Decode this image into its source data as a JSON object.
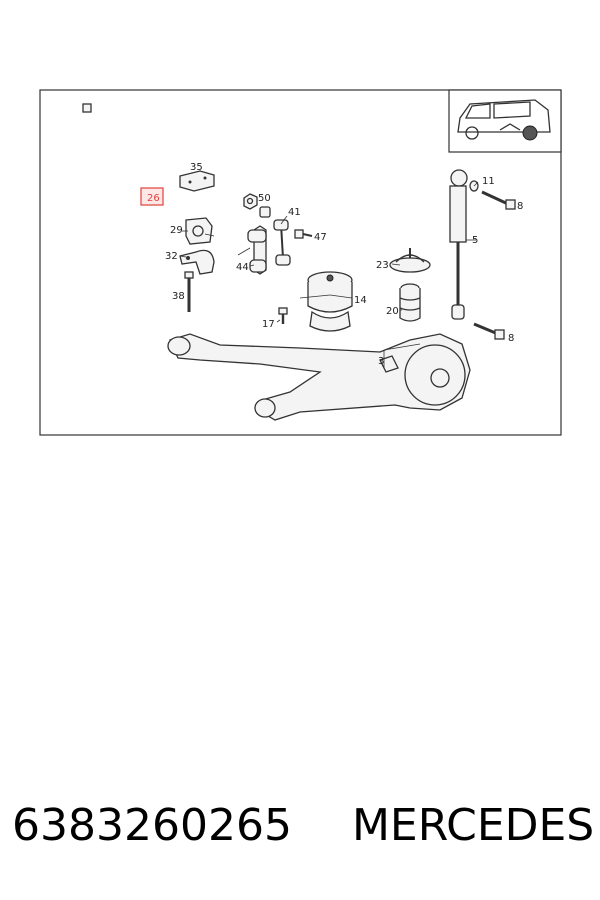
{
  "labels": {
    "l35": "35",
    "l26": "26",
    "l50": "50",
    "l41": "41",
    "l47": "47",
    "l29": "29",
    "l32": "32",
    "l44": "44",
    "l38": "38",
    "l11": "11",
    "l8a": "8",
    "l5": "5",
    "l23": "23",
    "l14": "14",
    "l20": "20",
    "l17": "17",
    "l8b": "8",
    "l3": "3"
  },
  "highlight_color": "#e0403a",
  "caption": {
    "part_number": "6383260265",
    "brand": "MERCEDES"
  }
}
